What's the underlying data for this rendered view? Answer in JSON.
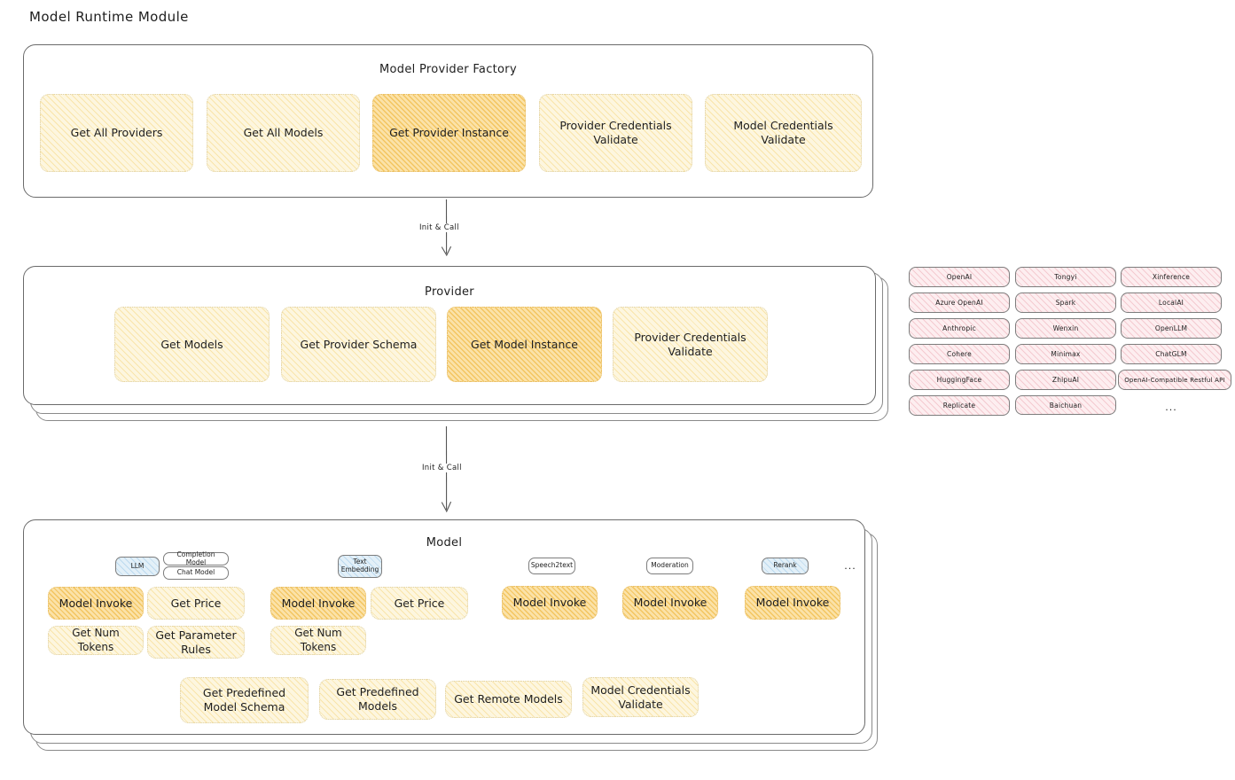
{
  "title": "Model Runtime Module",
  "factory": {
    "title": "Model Provider Factory",
    "cards": [
      {
        "label": "Get All Providers",
        "style": "light"
      },
      {
        "label": "Get All Models",
        "style": "light"
      },
      {
        "label": "Get Provider Instance",
        "style": "strong"
      },
      {
        "label": "Provider Credentials Validate",
        "style": "light"
      },
      {
        "label": "Model Credentials Validate",
        "style": "light"
      }
    ]
  },
  "arrows": {
    "first_label": "Init & Call",
    "second_label": "Init & Call"
  },
  "provider": {
    "title": "Provider",
    "cards": [
      {
        "label": "Get Models",
        "style": "light"
      },
      {
        "label": "Get Provider Schema",
        "style": "light"
      },
      {
        "label": "Get Model Instance",
        "style": "strong"
      },
      {
        "label": "Provider Credentials Validate",
        "style": "light"
      }
    ]
  },
  "provider_list": {
    "column1": [
      "OpenAI",
      "Azure OpenAI",
      "Anthropic",
      "Cohere",
      "HuggingFace",
      "Replicate"
    ],
    "column2": [
      "Tongyi",
      "Spark",
      "Wenxin",
      "Minimax",
      "ZhipuAI",
      "Baichuan"
    ],
    "column3": [
      "Xinference",
      "LocalAI",
      "OpenLLM",
      "ChatGLM",
      "OpenAI-Compatible Restful API"
    ],
    "more": "..."
  },
  "model": {
    "title": "Model",
    "more": "...",
    "types": [
      {
        "name": "LLM",
        "style": "blue",
        "sub": [
          "Completion Model",
          "Chat Model"
        ]
      },
      {
        "name": "Text Embedding",
        "style": "blue",
        "sub": []
      },
      {
        "name": "Speech2text",
        "style": "white",
        "sub": []
      },
      {
        "name": "Moderation",
        "style": "white",
        "sub": []
      },
      {
        "name": "Rerank",
        "style": "blue",
        "sub": []
      }
    ],
    "groups": [
      {
        "type": "LLM",
        "cards": [
          {
            "label": "Model Invoke",
            "style": "strong"
          },
          {
            "label": "Get Price",
            "style": "light"
          },
          {
            "label": "Get Num Tokens",
            "style": "light"
          },
          {
            "label": "Get Parameter Rules",
            "style": "light"
          }
        ]
      },
      {
        "type": "Text Embedding",
        "cards": [
          {
            "label": "Model Invoke",
            "style": "strong"
          },
          {
            "label": "Get Price",
            "style": "light"
          },
          {
            "label": "Get Num Tokens",
            "style": "light"
          }
        ]
      },
      {
        "type": "Speech2text",
        "cards": [
          {
            "label": "Model Invoke",
            "style": "strong"
          }
        ]
      },
      {
        "type": "Moderation",
        "cards": [
          {
            "label": "Model Invoke",
            "style": "strong"
          }
        ]
      },
      {
        "type": "Rerank",
        "cards": [
          {
            "label": "Model Invoke",
            "style": "strong"
          }
        ]
      }
    ],
    "common_cards": [
      {
        "label": "Get Predefined Model Schema",
        "style": "light"
      },
      {
        "label": "Get Predefined Models",
        "style": "light"
      },
      {
        "label": "Get Remote Models",
        "style": "light"
      },
      {
        "label": "Model Credentials Validate",
        "style": "light"
      }
    ]
  },
  "colors": {
    "card_light": "#fdf6df",
    "card_strong": "#fbe2a8",
    "chip_pink": "#fdeef0",
    "chip_blue": "#e3f0f8",
    "stroke": "#6b6b6b",
    "text": "#1e1e1e"
  }
}
